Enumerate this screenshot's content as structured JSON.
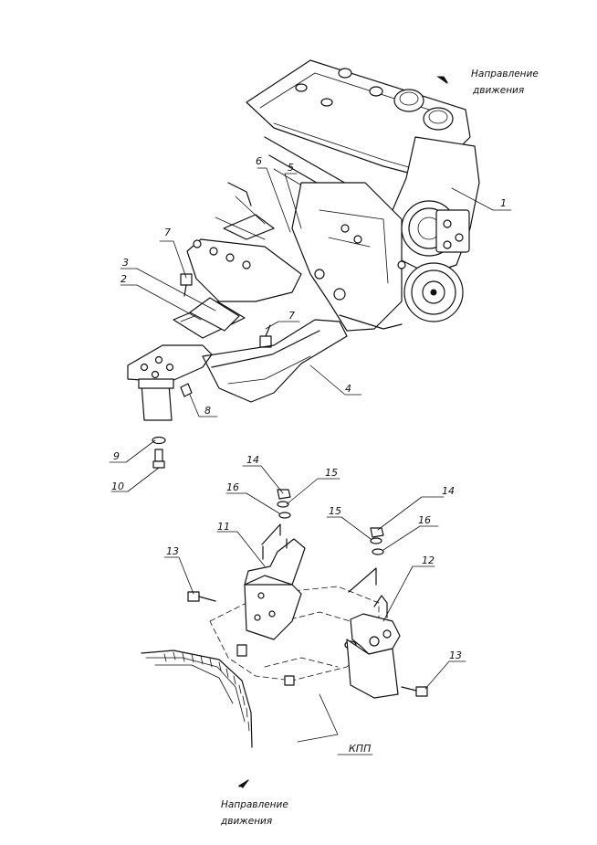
{
  "direction_top": {
    "line1": "Направление",
    "line2": "движения"
  },
  "direction_bottom": {
    "line1": "Направление",
    "line2": "движения"
  },
  "gearbox_label": "КПП",
  "callouts": {
    "c1": "1",
    "c2": "2",
    "c3": "3",
    "c4": "4",
    "c5": "5",
    "c6": "6",
    "c7a": "7",
    "c7b": "7",
    "c8": "8",
    "c9": "9",
    "c10": "10",
    "c11": "11",
    "c12": "12",
    "c13a": "13",
    "c13b": "13",
    "c14a": "14",
    "c14b": "14",
    "c15a": "15",
    "c15b": "15",
    "c16a": "16",
    "c16b": "16"
  }
}
